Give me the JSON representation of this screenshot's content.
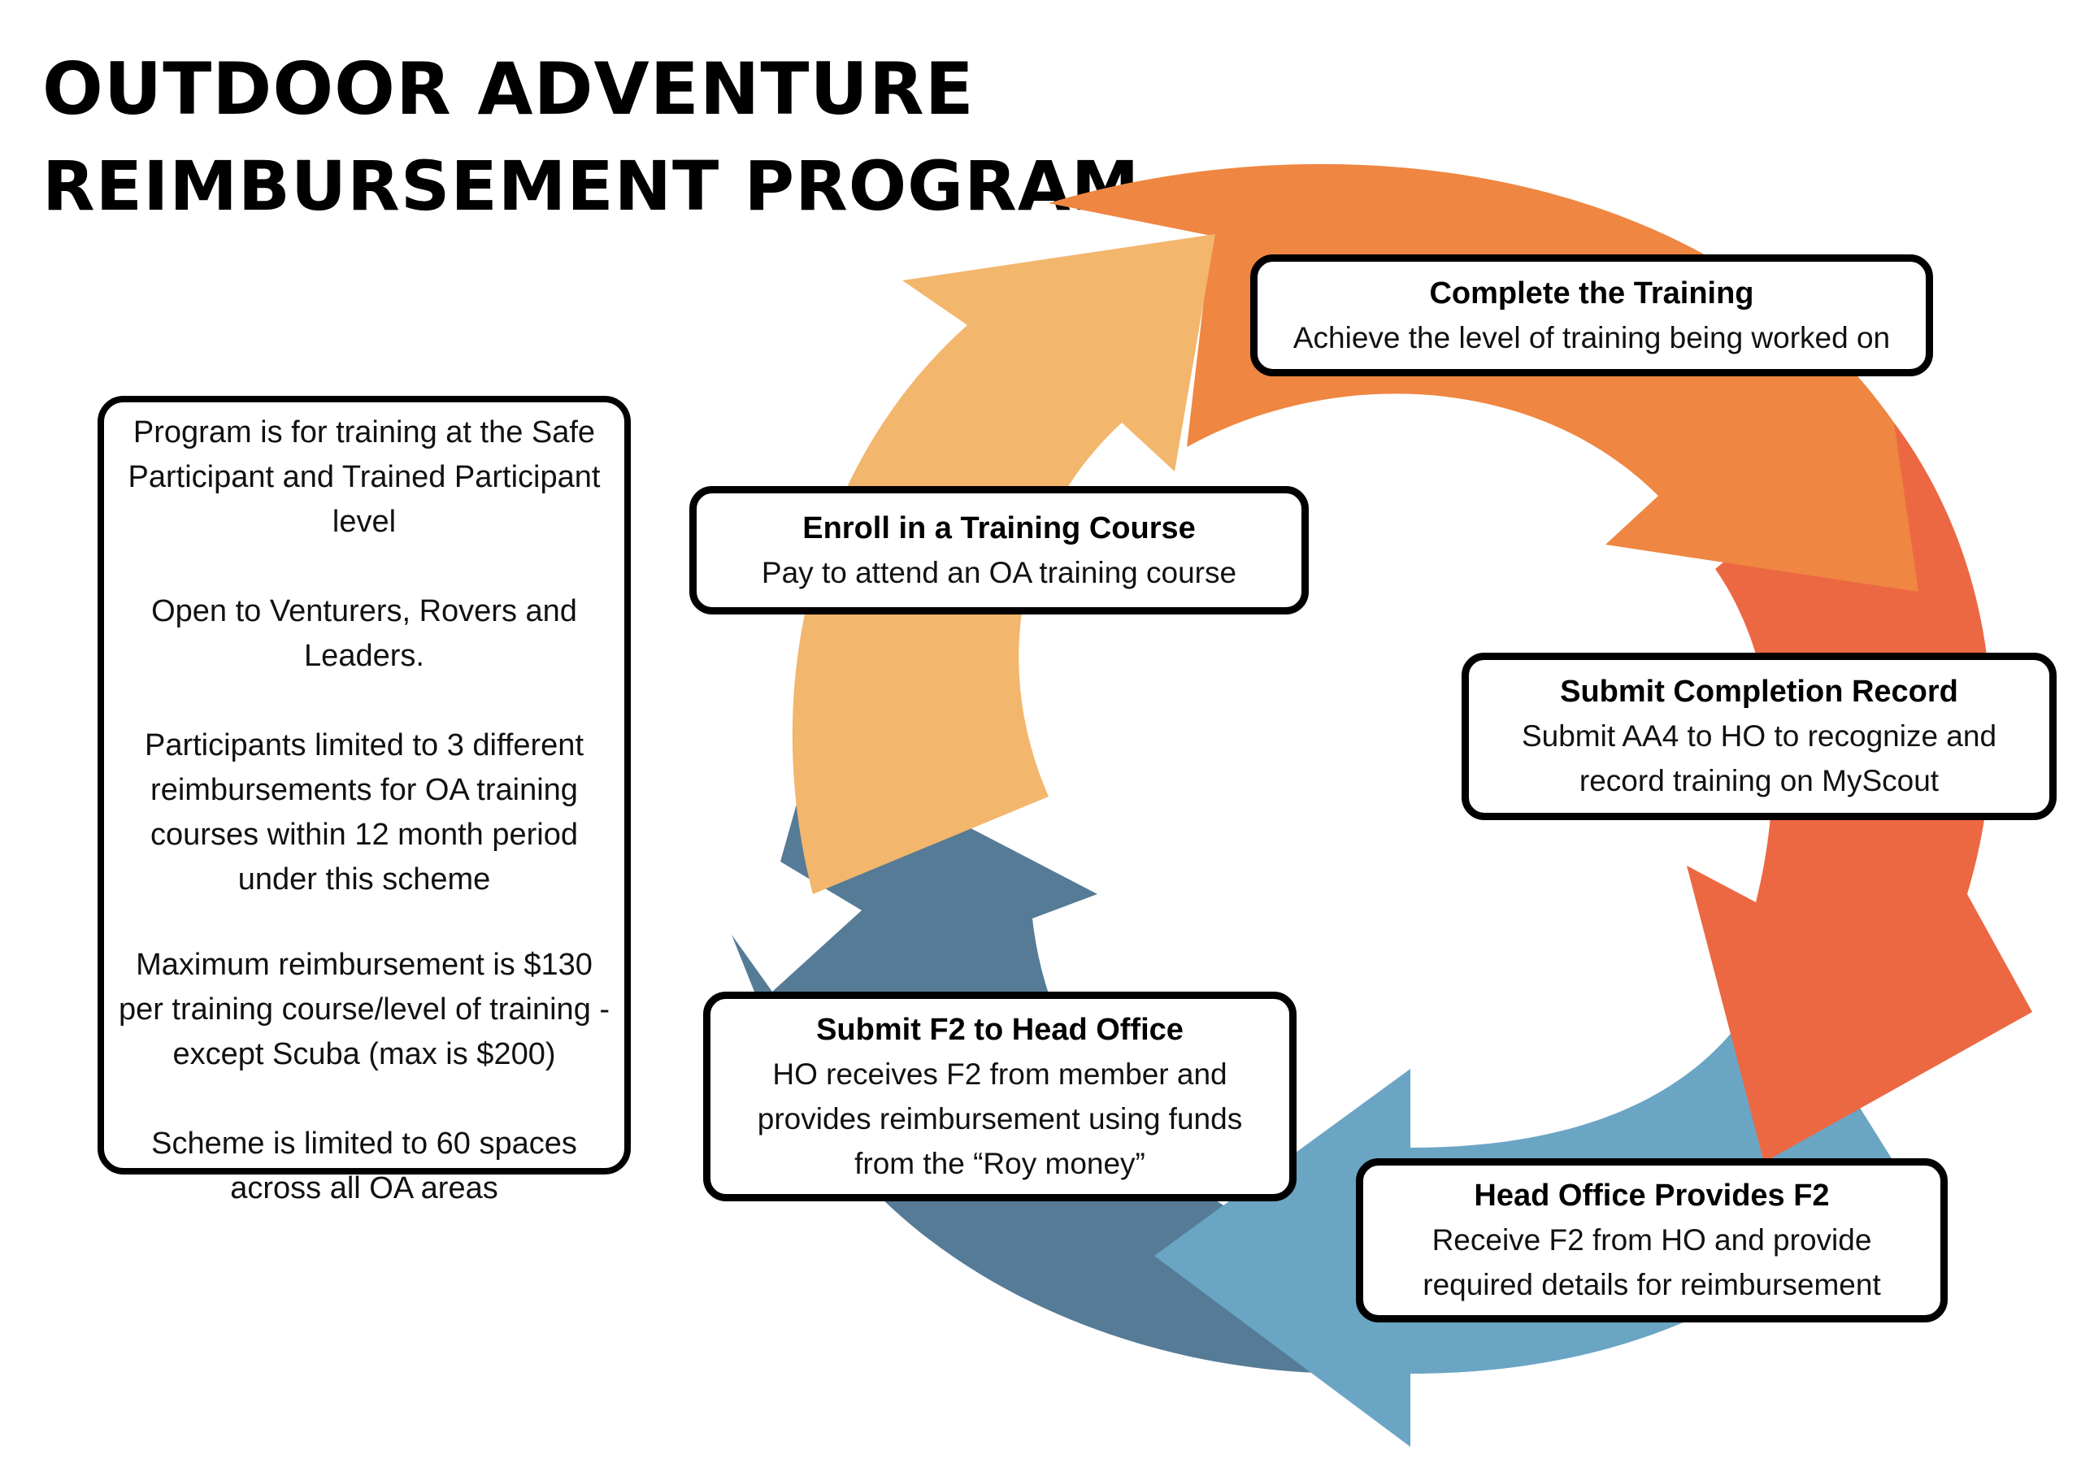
{
  "header": {
    "title_line1": "OUTDOOR ADVENTURE",
    "title_line2": "REIMBURSEMENT PROGRAM"
  },
  "info_box": {
    "paragraphs": [
      "Program is for training at the Safe Participant and Trained Participant level",
      "Open to Venturers, Rovers and Leaders.",
      "Participants limited to 3 different reimbursements for OA training courses within 12 month period under this scheme",
      "Maximum reimbursement is $130 per training course/level of training - except Scuba (max is $200)",
      "Scheme is limited to 60 spaces across all OA areas"
    ]
  },
  "cycle": {
    "colors": {
      "light_orange": "#F3B66D",
      "orange": "#EF8642",
      "red_orange": "#EC6842",
      "light_blue": "#6BA5C4",
      "dark_blue": "#557B97"
    },
    "steps": [
      {
        "title": "Enroll in a Training Course",
        "description": "Pay to attend an OA training course"
      },
      {
        "title": "Complete the Training",
        "description": "Achieve the level of training being worked on"
      },
      {
        "title": "Submit Completion Record",
        "description": "Submit AA4 to HO to recognize and record training on MyScout"
      },
      {
        "title": "Head Office Provides F2",
        "description": "Receive F2 from HO and provide required details for reimbursement"
      },
      {
        "title": "Submit F2 to Head Office",
        "description": "HO receives F2 from member and provides reimbursement using funds from the “Roy money”"
      }
    ]
  }
}
